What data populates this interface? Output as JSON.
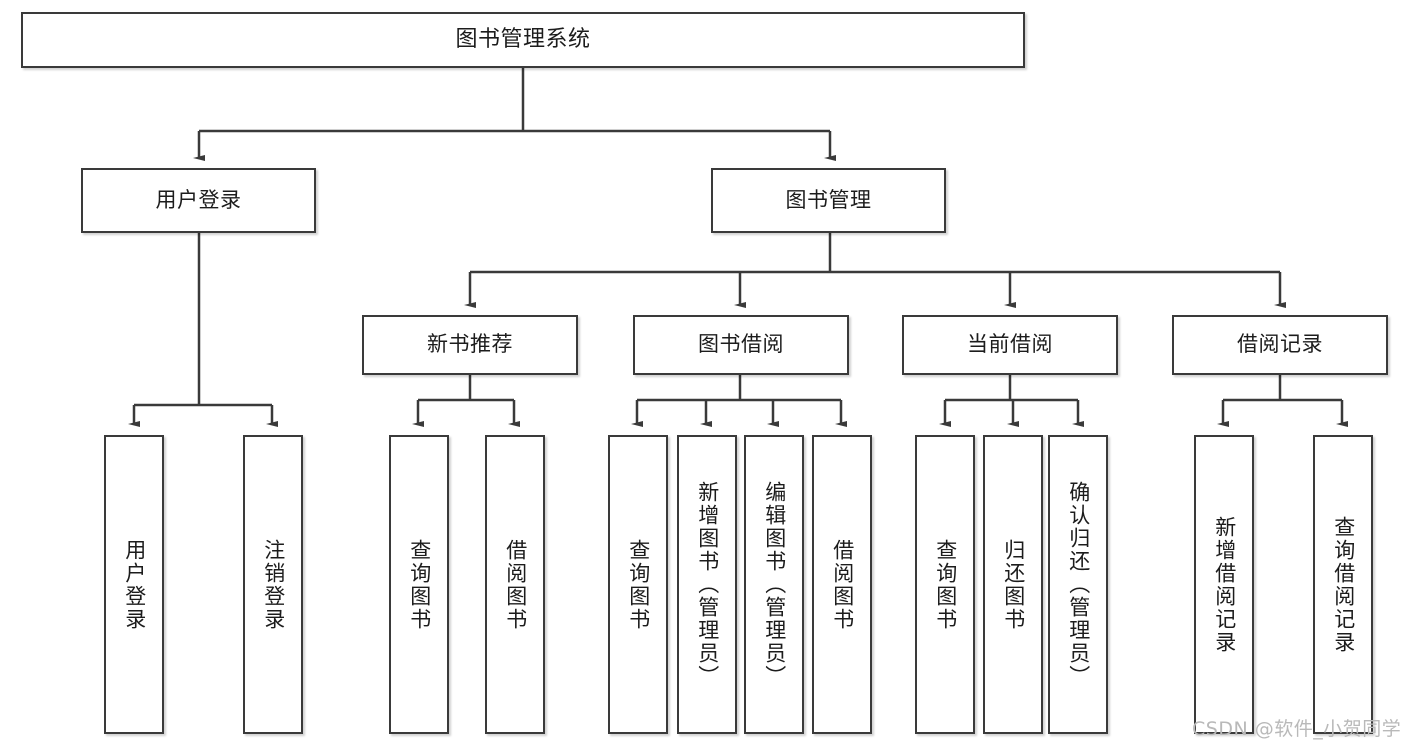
{
  "diagram": {
    "type": "tree-hierarchy",
    "title": "图书管理系统",
    "watermark": "CSDN @软件_小贺同学",
    "colors": {
      "box_border": "#3a3a3a",
      "box_fill": "#ffffff",
      "edge": "#3a3a3a",
      "text": "#1c1c1c",
      "watermark": "#b9b9b9"
    },
    "nodes": {
      "root": {
        "label": "图书管理系统"
      },
      "level2": [
        {
          "id": "user-login",
          "label": "用户登录"
        },
        {
          "id": "book-manage",
          "label": "图书管理"
        }
      ],
      "level3": [
        {
          "id": "new-book-recommend",
          "label": "新书推荐"
        },
        {
          "id": "book-borrow",
          "label": "图书借阅"
        },
        {
          "id": "current-borrow",
          "label": "当前借阅"
        },
        {
          "id": "borrow-record",
          "label": "借阅记录"
        }
      ],
      "leaves": {
        "user_login": [
          {
            "id": "leaf-user-login",
            "label": "用户登录"
          },
          {
            "id": "leaf-logout-login",
            "label": "注销登录"
          }
        ],
        "new_book_recommend": [
          {
            "id": "leaf-query-book-1",
            "label": "查询图书"
          },
          {
            "id": "leaf-borrow-book-1",
            "label": "借阅图书"
          }
        ],
        "book_borrow": [
          {
            "id": "leaf-query-book-2",
            "label": "查询图书"
          },
          {
            "id": "leaf-add-book",
            "label": "新增图书（管理员）"
          },
          {
            "id": "leaf-edit-book",
            "label": "编辑图书（管理员）"
          },
          {
            "id": "leaf-borrow-book-2",
            "label": "借阅图书"
          }
        ],
        "current_borrow": [
          {
            "id": "leaf-query-book-3",
            "label": "查询图书"
          },
          {
            "id": "leaf-return-book",
            "label": "归还图书"
          },
          {
            "id": "leaf-confirm-return",
            "label": "确认归还（管理员）"
          }
        ],
        "borrow_record": [
          {
            "id": "leaf-add-borrow-record",
            "label": "新增借阅记录"
          },
          {
            "id": "leaf-query-borrow-record",
            "label": "查询借阅记录"
          }
        ]
      }
    }
  }
}
